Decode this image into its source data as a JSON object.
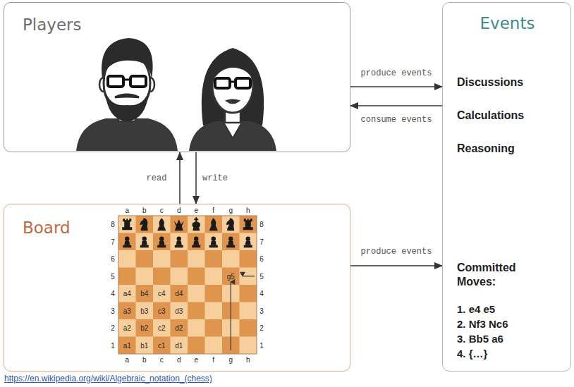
{
  "diagram": {
    "caption": "https://en.wikipedia.org/wiki/Algebraic_notation_(chess)",
    "nodes": [
      {
        "text": [
          "Players"
        ]
      },
      {
        "text": [
          "Events",
          "Discussions",
          "Calculations",
          "Reasoning",
          "Committed Moves:",
          "1. e4 e5",
          "2. Nf3 Nc6",
          "3. Bb5 a6",
          "4. {…}"
        ]
      },
      {
        "text": [
          "Board"
        ]
      }
    ],
    "edges": [
      {
        "from": 0,
        "to": 1,
        "label": "produce events",
        "arrow": "to"
      },
      {
        "from": 1,
        "to": 0,
        "label": "consume events",
        "arrow": "to"
      },
      {
        "from": 2,
        "to": 0,
        "label": "read",
        "arrow": "to"
      },
      {
        "from": 0,
        "to": 2,
        "label": "write",
        "arrow": "to"
      },
      {
        "from": 2,
        "to": 1,
        "label": "produce events",
        "arrow": "to"
      }
    ],
    "labels": [
      "a",
      "b",
      "c",
      "d",
      "e",
      "f",
      "g",
      "h",
      "8",
      "7",
      "6",
      "5",
      "4",
      "3",
      "2",
      "1",
      "8",
      "7",
      "6",
      "5",
      "4",
      "3",
      "2",
      "1",
      "a",
      "b",
      "c",
      "d",
      "e",
      "f",
      "g",
      "h",
      "g5",
      "a4",
      "b4",
      "c4",
      "d4",
      "a3",
      "b3",
      "c3",
      "d3",
      "a2",
      "b2",
      "c2",
      "d2",
      "a1",
      "b1",
      "c1",
      "d1"
    ]
  }
}
